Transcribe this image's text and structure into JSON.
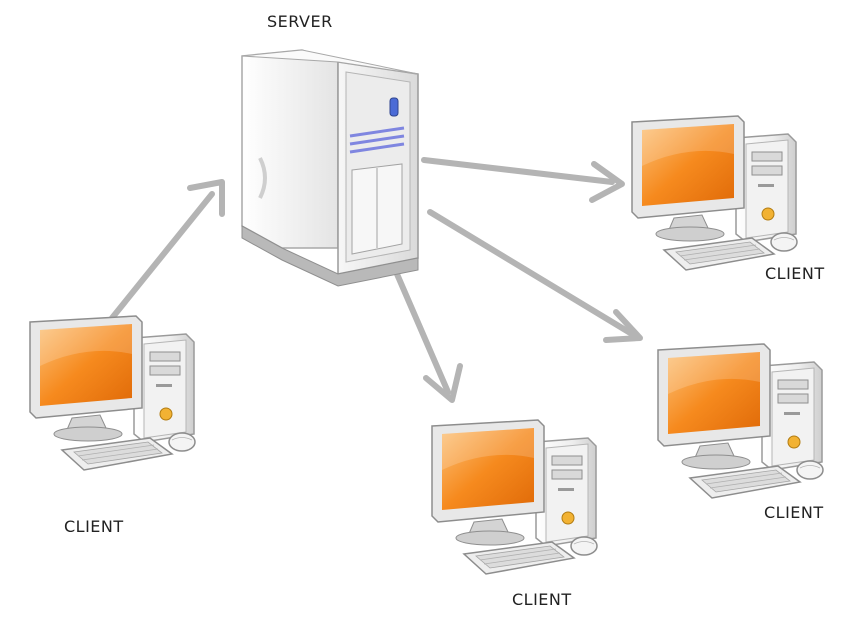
{
  "diagram": {
    "server_label": "SERVER",
    "client_labels": [
      "CLIENT",
      "CLIENT",
      "CLIENT",
      "CLIENT"
    ],
    "colors": {
      "arrow": "#b4b4b4",
      "screen_orange": "#f68a1e",
      "screen_orange_light": "#fbb565",
      "case_light": "#f3f3f3",
      "case_shade": "#cfcfcf",
      "outline": "#9a9a9a"
    },
    "icons": {
      "server": "server-tower-icon",
      "client": "desktop-computer-icon"
    }
  }
}
